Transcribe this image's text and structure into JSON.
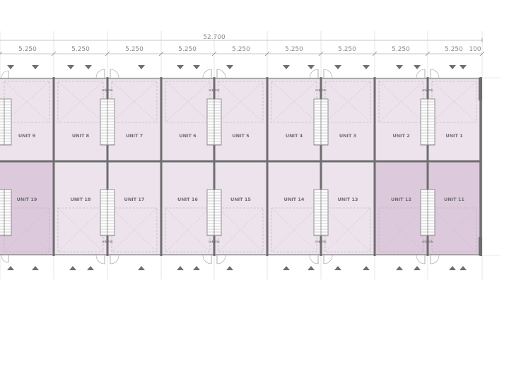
{
  "dimensions": {
    "overall": "52.700",
    "bays": [
      "5.250",
      "5.250",
      "5.250",
      "5.250",
      "5.250",
      "5.250",
      "5.250",
      "5.250",
      "5.250"
    ],
    "end": "100"
  },
  "stair_label": "mk",
  "colors": {
    "unit_fill": "#ece3ec",
    "unit_fill_dark": "#dcc9dc",
    "wall": "#6e6e6e",
    "dim_line": "#b5b5b5",
    "dim_text": "#8a8a8a",
    "arrow": "#6e6e6e"
  },
  "top_units": [
    {
      "label": "UNIT 9",
      "shade": "light"
    },
    {
      "label": "UNIT 8",
      "shade": "light"
    },
    {
      "label": "UNIT 7",
      "shade": "light"
    },
    {
      "label": "UNIT 6",
      "shade": "light"
    },
    {
      "label": "UNIT 5",
      "shade": "light"
    },
    {
      "label": "UNIT 4",
      "shade": "light"
    },
    {
      "label": "UNIT 3",
      "shade": "light"
    },
    {
      "label": "UNIT 2",
      "shade": "light"
    },
    {
      "label": "UNIT 1",
      "shade": "light"
    }
  ],
  "bottom_units": [
    {
      "label": "UNIT 19",
      "shade": "dark"
    },
    {
      "label": "UNIT 18",
      "shade": "light"
    },
    {
      "label": "UNIT 17",
      "shade": "light"
    },
    {
      "label": "UNIT 16",
      "shade": "light"
    },
    {
      "label": "UNIT 15",
      "shade": "light"
    },
    {
      "label": "UNIT 14",
      "shade": "light"
    },
    {
      "label": "UNIT 13",
      "shade": "light"
    },
    {
      "label": "UNIT 12",
      "shade": "dark"
    },
    {
      "label": "UNIT 11",
      "shade": "dark"
    }
  ]
}
